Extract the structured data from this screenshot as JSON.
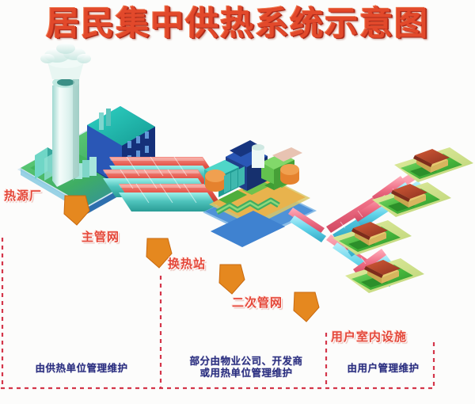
{
  "diagram": {
    "title": "居民集中供热系统示意图",
    "background_color": "#fcfcfb",
    "title_color": "#e2492b"
  },
  "stage_labels": [
    {
      "id": "heat-source-plant",
      "text": "热源厂",
      "color": "#e4483a"
    },
    {
      "id": "main-pipe-network",
      "text": "主管网",
      "color": "#e4483a"
    },
    {
      "id": "heat-exchange-station",
      "text": "换热站",
      "color": "#e4483a"
    },
    {
      "id": "secondary-pipe-network",
      "text": "二次管网",
      "color": "#e4483a"
    },
    {
      "id": "indoor-facilities",
      "text": "用户室内设施",
      "color": "#e4483a"
    }
  ],
  "arrows": {
    "color": "#e5881f",
    "count": 4,
    "shape": "pentagon-chevron"
  },
  "responsibility_zones": [
    {
      "id": "heating-unit-zone",
      "lines": [
        "由供热单位管理维护"
      ],
      "text_color": "#2b2f80",
      "border_color": "#d4364a"
    },
    {
      "id": "property-developer-zone",
      "lines": [
        "部分由物业公司、开发商",
        "或用热单位管理维护"
      ],
      "text_color": "#2b2f80",
      "border_color": "#d4364a"
    },
    {
      "id": "user-zone",
      "lines": [
        "由用户管理维护"
      ],
      "text_color": "#2b2f80",
      "border_color": "#d4364a"
    }
  ],
  "illustration": {
    "plant": {
      "name": "heat-source-plant-illustration",
      "chimney_color": "#e8f4f2",
      "steam_color": "#d9efe9",
      "building_roof_color": "#1fa8a0",
      "building_wall_color": "#1f4fa8",
      "ground_color": "#3fae63"
    },
    "main_pipes": {
      "supply_color": "#e4655a",
      "return_color": "#4fc4bd",
      "pipe_pairs": 4
    },
    "exchange_station": {
      "name": "heat-exchange-station-illustration",
      "colors": [
        "#1f3f8a",
        "#2bb3a8",
        "#5fbf4e",
        "#e5822e",
        "#3aa7d9"
      ]
    },
    "secondary_pipes": {
      "supply_color": "#ef6f86",
      "return_color": "#5fd2e8",
      "branches": 4
    },
    "houses": {
      "name": "user-house",
      "count": 4,
      "roof_color": "#b5462c",
      "wall_color": "#e8c870",
      "lawn_color": "#58c04a",
      "plot_color": "#cfe08a"
    }
  }
}
